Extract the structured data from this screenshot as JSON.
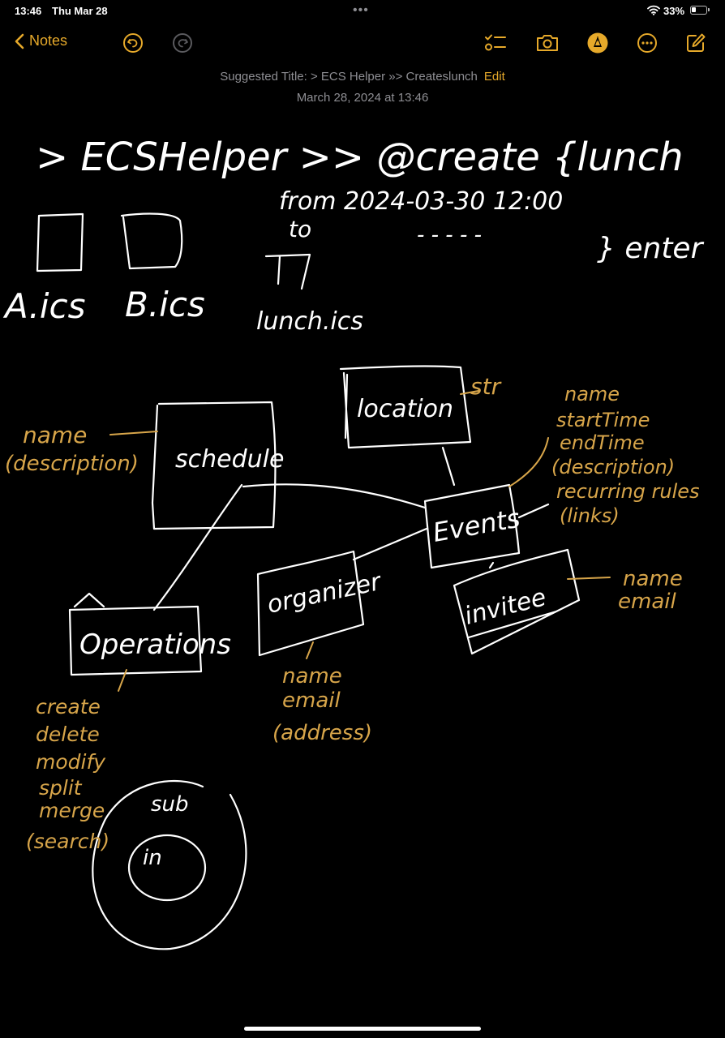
{
  "status_bar": {
    "time": "13:46",
    "date": "Thu Mar 28",
    "battery_pct": "33%",
    "battery_level": 0.33
  },
  "toolbar": {
    "back_label": "Notes",
    "icons": [
      "undo-icon",
      "redo-icon",
      "checklist-icon",
      "camera-icon",
      "markup-pen-icon",
      "more-icon",
      "compose-icon"
    ]
  },
  "note_meta": {
    "suggested_title": "Suggested Title: > ECS Helper »> Createslunch",
    "edit_label": "Edit",
    "timestamp": "March 28, 2024 at 13:46"
  },
  "handwriting": {
    "title_line": "> ECSHelper >> @create {lunch",
    "from_line": "from 2024-03-30 12:00",
    "to_label": "to",
    "to_dashes": "- - - - -",
    "brace_note": "} enter",
    "file_a": "A.ics",
    "file_b": "B.ics",
    "file_lunch": "lunch.ics",
    "box_schedule": "schedule",
    "box_location": "location",
    "location_type": "str",
    "box_events": "Events",
    "box_organizer": "organizer",
    "box_invitee": "invitee",
    "box_operations": "Operations",
    "schedule_fields": [
      "name",
      "(description)"
    ],
    "event_fields": [
      "name",
      "startTime",
      "endTime",
      "(description)",
      "recurring rules",
      "(links)"
    ],
    "invitee_fields": [
      "name",
      "email"
    ],
    "organizer_fields": [
      "name",
      "email",
      "(address)"
    ],
    "operations_list": [
      "create",
      "delete",
      "modify",
      "split",
      "merge",
      "(search)"
    ],
    "circle_outer": "sub",
    "circle_inner": "in"
  },
  "colors": {
    "accent": "#e6a92a",
    "ink_white": "#ffffff",
    "ink_gold": "#d7a54a",
    "muted": "#8e8e93",
    "background": "#000000"
  }
}
